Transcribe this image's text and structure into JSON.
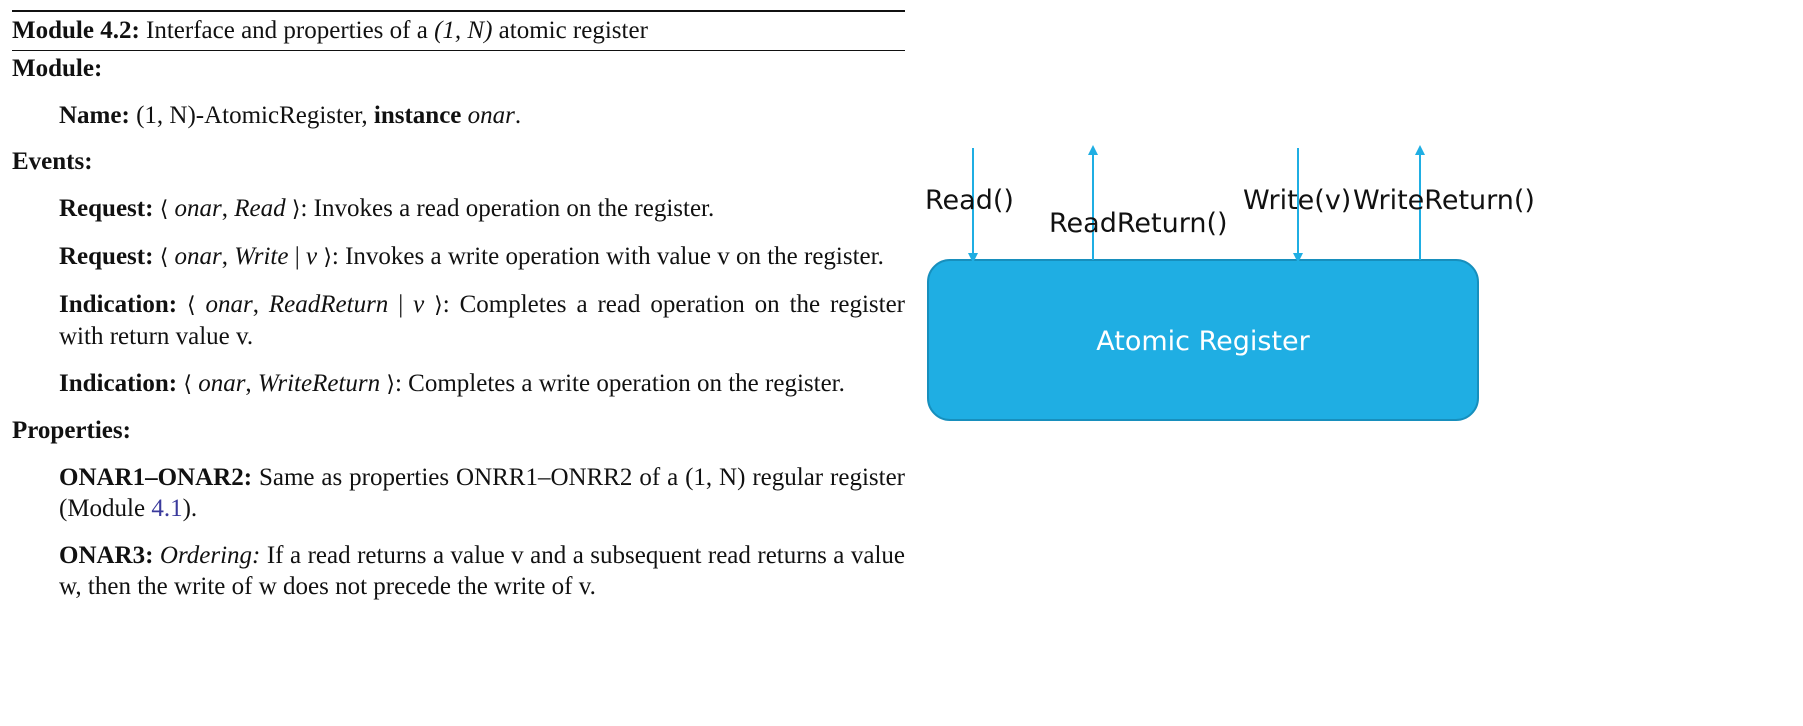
{
  "module": {
    "title_label": "Module 4.2:",
    "title_text_pre": " Interface and properties of a ",
    "title_math": "(1, N)",
    "title_text_post": " atomic register",
    "module_label": "Module:",
    "name_label": "Name:",
    "name_math": "(1, N)",
    "name_text": "-AtomicRegister, ",
    "instance_label": "instance",
    "instance_name": "onar",
    "name_period": ".",
    "events_label": "Events:",
    "events": [
      {
        "kind": "Request:",
        "inst": "onar",
        "event": "Read",
        "param": "",
        "desc": ": Invokes a read operation on the register."
      },
      {
        "kind": "Request:",
        "inst": "onar",
        "event": "Write",
        "param": "v",
        "desc": ": Invokes a write operation with value v on the register."
      },
      {
        "kind": "Indication:",
        "inst": "onar",
        "event": "ReadReturn",
        "param": "v",
        "desc": ": Completes a read operation on the register with return value v."
      },
      {
        "kind": "Indication:",
        "inst": "onar",
        "event": "WriteReturn",
        "param": "",
        "desc": ": Completes a write operation on the register."
      }
    ],
    "properties_label": "Properties:",
    "properties": [
      {
        "label": "ONAR1–ONAR2:",
        "text_pre": " Same as properties ONRR1–ONRR2 of a (1, N) regular register (Module ",
        "ref": "4.1",
        "text_post": ")."
      },
      {
        "label": "ONAR3:",
        "emph": "Ordering:",
        "text": " If a read returns a value v and a subsequent read returns a value w, then the write of w does not precede the write of v."
      }
    ]
  },
  "diagram": {
    "box_label": "Atomic Register",
    "box_color": "#1faee3",
    "box_border": "#178fbd",
    "arrow_color": "#1faee3",
    "arrows": [
      {
        "label": "Read()",
        "direction": "in"
      },
      {
        "label": "ReadReturn()",
        "direction": "out"
      },
      {
        "label": "Write(v)",
        "direction": "in"
      },
      {
        "label": "WriteReturn()",
        "direction": "out"
      }
    ]
  }
}
